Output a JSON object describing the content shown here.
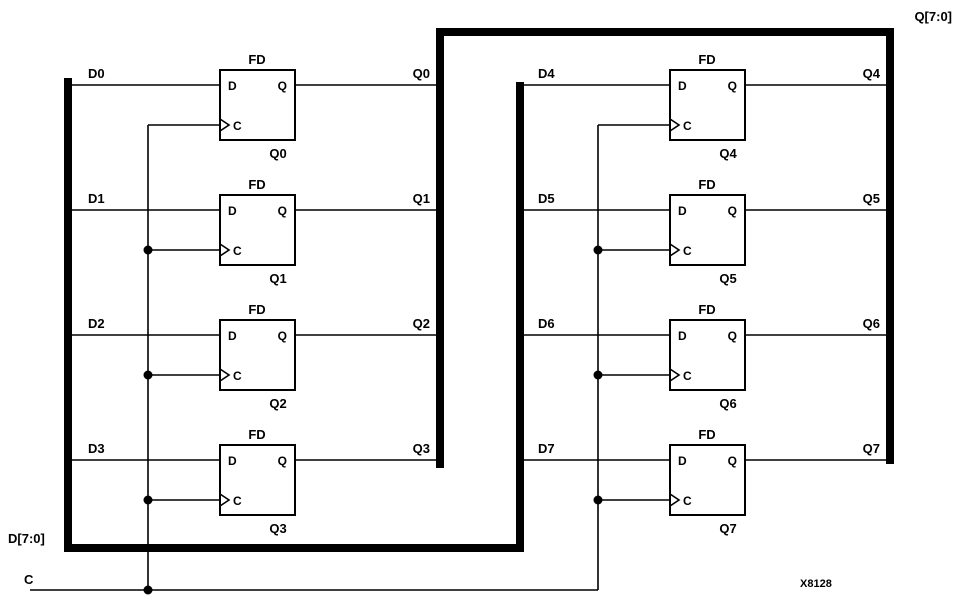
{
  "labels": {
    "input_bus": "D[7:0]",
    "output_bus": "Q[7:0]",
    "clock": "C",
    "part_number": "X8128"
  },
  "flipflops": [
    {
      "type": "FD",
      "pin_d": "D",
      "pin_q": "Q",
      "pin_c": "C",
      "input": "D0",
      "output": "Q0",
      "instance": "Q0"
    },
    {
      "type": "FD",
      "pin_d": "D",
      "pin_q": "Q",
      "pin_c": "C",
      "input": "D1",
      "output": "Q1",
      "instance": "Q1"
    },
    {
      "type": "FD",
      "pin_d": "D",
      "pin_q": "Q",
      "pin_c": "C",
      "input": "D2",
      "output": "Q2",
      "instance": "Q2"
    },
    {
      "type": "FD",
      "pin_d": "D",
      "pin_q": "Q",
      "pin_c": "C",
      "input": "D3",
      "output": "Q3",
      "instance": "Q3"
    },
    {
      "type": "FD",
      "pin_d": "D",
      "pin_q": "Q",
      "pin_c": "C",
      "input": "D4",
      "output": "Q4",
      "instance": "Q4"
    },
    {
      "type": "FD",
      "pin_d": "D",
      "pin_q": "Q",
      "pin_c": "C",
      "input": "D5",
      "output": "Q5",
      "instance": "Q5"
    },
    {
      "type": "FD",
      "pin_d": "D",
      "pin_q": "Q",
      "pin_c": "C",
      "input": "D6",
      "output": "Q6",
      "instance": "Q6"
    },
    {
      "type": "FD",
      "pin_d": "D",
      "pin_q": "Q",
      "pin_c": "C",
      "input": "D7",
      "output": "Q7",
      "instance": "Q7"
    }
  ]
}
